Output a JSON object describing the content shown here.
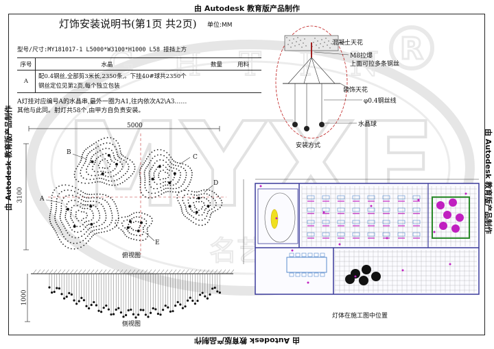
{
  "watermark": {
    "edge_text": "由 Autodesk 教育版产品制作",
    "logo_letters": "MYXE",
    "arc_text": "G H T I N",
    "logo_sub_text": "名艺新"
  },
  "header": {
    "title": "灯饰安装说明书(第1页  共2页)",
    "unit": "单位:MM",
    "model_line": "型号/尺寸:MY181017-1   L5000*W3100*H1000 L58   接挡上方"
  },
  "spec_table": {
    "columns": [
      "序号",
      "水晶",
      "数量",
      "用料"
    ],
    "rows": [
      {
        "id": "A",
        "line1": "配0.4钢丝,全部剪3米长,2350条,。下挂40#球共2350个",
        "line2": "钢丝定位见第2页,每个独立包装"
      }
    ]
  },
  "notes": [
    "A灯挂对应编号A的水晶串,最外一圈为A1,往内依次A2\\A3……",
    "其他与此同。射灯共58个,由甲方自负责安装。"
  ],
  "plan_view": {
    "width_dim": "5000",
    "height_dim": "3100",
    "markers": [
      "A",
      "B",
      "C",
      "D",
      "E"
    ],
    "caption": "俯视图"
  },
  "side_view": {
    "height_dim": "1000",
    "caption": "侧视图"
  },
  "install_diagram": {
    "labels": {
      "ceiling": "混凝土天花",
      "anchor": "M8拉爆",
      "anchor_note": "上面可拉多条钢丝",
      "decor_ceiling": "装饰天花",
      "wire": "φ0.4钢丝线",
      "ball": "水晶球"
    },
    "caption": "安装方式"
  },
  "floor_plan": {
    "caption": "灯体在施工图中位置",
    "colors": {
      "wall": "#3a3a9a",
      "fixture": "#c020c0",
      "grid": "#9a9a9a",
      "highlight": "#2a8a2a",
      "accent": "#f0e020"
    }
  }
}
